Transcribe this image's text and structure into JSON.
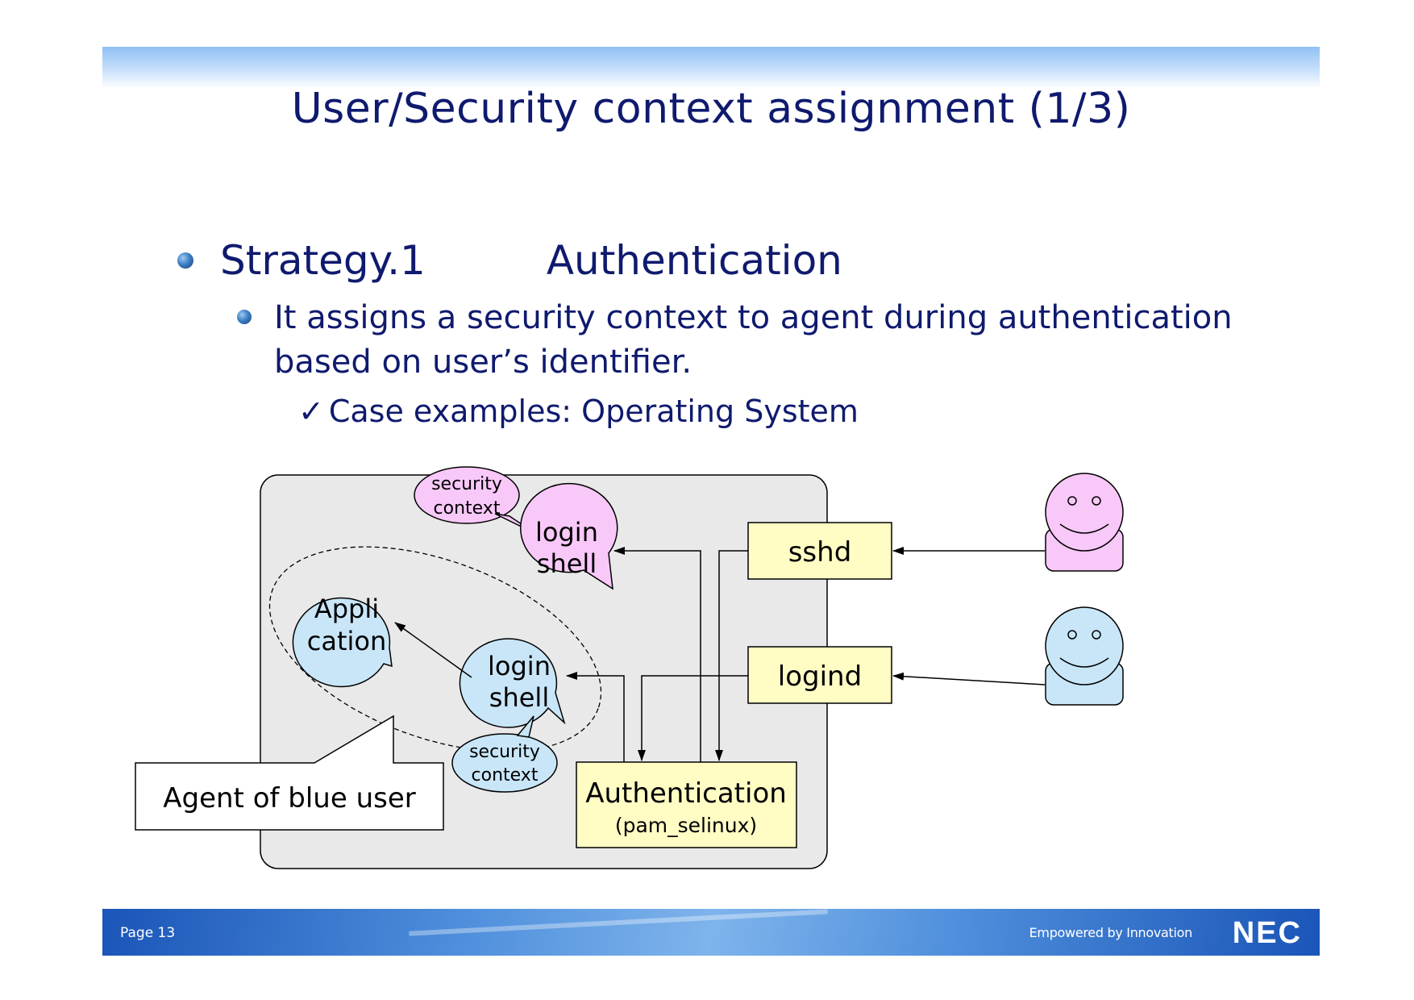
{
  "title": "User/Security context assignment (1/3)",
  "bullets": {
    "level1_left": "Strategy.1",
    "level1_right": "Authentication",
    "level2_line1": "It assigns a security context to agent during authentication",
    "level2_line2": "based on user’s identifier.",
    "level3_check": "✓",
    "level3": "Case examples: Operating System"
  },
  "diagram": {
    "security_context_top": [
      "security",
      "context"
    ],
    "login_shell_top": [
      "login",
      "shell"
    ],
    "application": [
      "Appli",
      "cation"
    ],
    "login_shell_blue": [
      "login",
      "shell"
    ],
    "security_context_blue": [
      "security",
      "context"
    ],
    "sshd": "sshd",
    "logind": "logind",
    "authentication": "Authentication",
    "authentication_sub": "(pam_selinux)",
    "agent_callout": "Agent of blue user",
    "colors": {
      "pink": "#f8c8f8",
      "blue": "#c8e6f8",
      "yellow": "#fffcc4",
      "container": "#e9e9e9"
    }
  },
  "footer": {
    "page": "Page 13",
    "tagline": "Empowered by Innovation",
    "logo": "NEC"
  }
}
